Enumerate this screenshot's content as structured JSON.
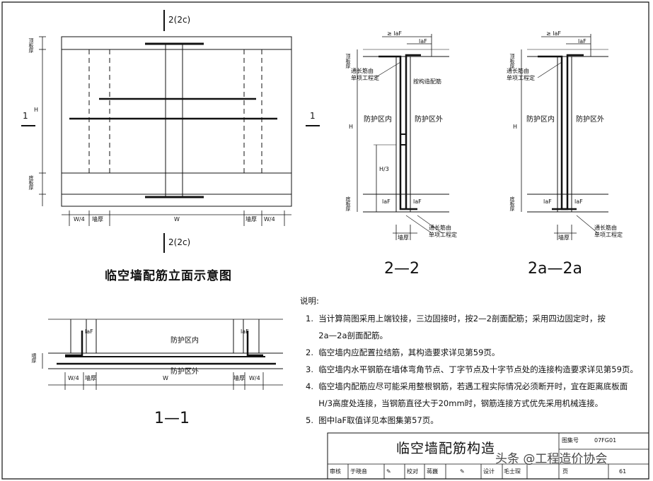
{
  "elevation": {
    "section_mark": "2(2c)",
    "cut_mark": "1",
    "top_beam": "顶板厚",
    "bottom_beam": "底板厚",
    "height": "H",
    "dim_w": "W",
    "dim_w4": "W/4",
    "wall": "墙厚",
    "caption": "临空墙配筋立面示意图"
  },
  "section_2_2": {
    "title": "2—2",
    "top_slab": "顶板厚",
    "bottom_slab": "底板厚",
    "lap_top": "≥ laF",
    "lap_short": "laF",
    "through_bar": "通长筋由\n单项工程定",
    "tie_bar": "按构造配筋",
    "inside": "防护区内",
    "outside": "防护区外",
    "height": "H",
    "h3": "H/3",
    "lap_bottom": "laF",
    "bottom_note": "通长筋由\n单项工程定",
    "wall": "墙厚"
  },
  "section_2a_2a": {
    "title": "2a—2a",
    "top_slab": "顶板厚",
    "bottom_slab": "底板厚",
    "lap_top": "≥ laF",
    "lap_short": "laF",
    "through_bar": "通长筋由\n单项工程定",
    "inside": "防护区内",
    "outside": "防护区外",
    "height": "H",
    "lap_bottom": "laF",
    "bottom_note": "通长筋由\n单项工程定",
    "wall": "墙厚"
  },
  "plan_1_1": {
    "title": "1—1",
    "lap": "laF",
    "inside": "防护区内",
    "outside": "防护区外",
    "wall": "墙厚",
    "dim_w": "W",
    "dim_w4": "W/4"
  },
  "notes": {
    "heading": "说明:",
    "items": [
      "1.  当计算简图采用上端铰接，三边固接时，按2—2剖面配筋；采用四边固定时，按",
      "     2a—2a剖面配筋。",
      "2.  临空墙内应配置拉结筋，其构造要求详见第59页。",
      "3.  临空墙内水平钢筋在墙体弯角节点、丁字节点及十字节点处的连接构造要求详见第59页。",
      "4.  临空墙内配筋应尽可能采用整根钢筋，若遇工程实际情况必须断开时，宜在距离底板面",
      "     H/3高度处连接，当钢筋直径大于20mm时，钢筋连接方式优先采用机械连接。",
      "5.  图中laF取值详见本图集第57页。"
    ]
  },
  "title_block": {
    "title": "临空墙配筋构造",
    "atlas_label": "图集号",
    "atlas_no": "07FG01",
    "review": "审核",
    "review_name": "于晓音",
    "check": "校对",
    "check_name": "蒋巍",
    "design": "设计",
    "design_name": "毛士琛",
    "page_label": "页",
    "page_no": "61"
  },
  "watermark": "头条 @工程造价协会"
}
